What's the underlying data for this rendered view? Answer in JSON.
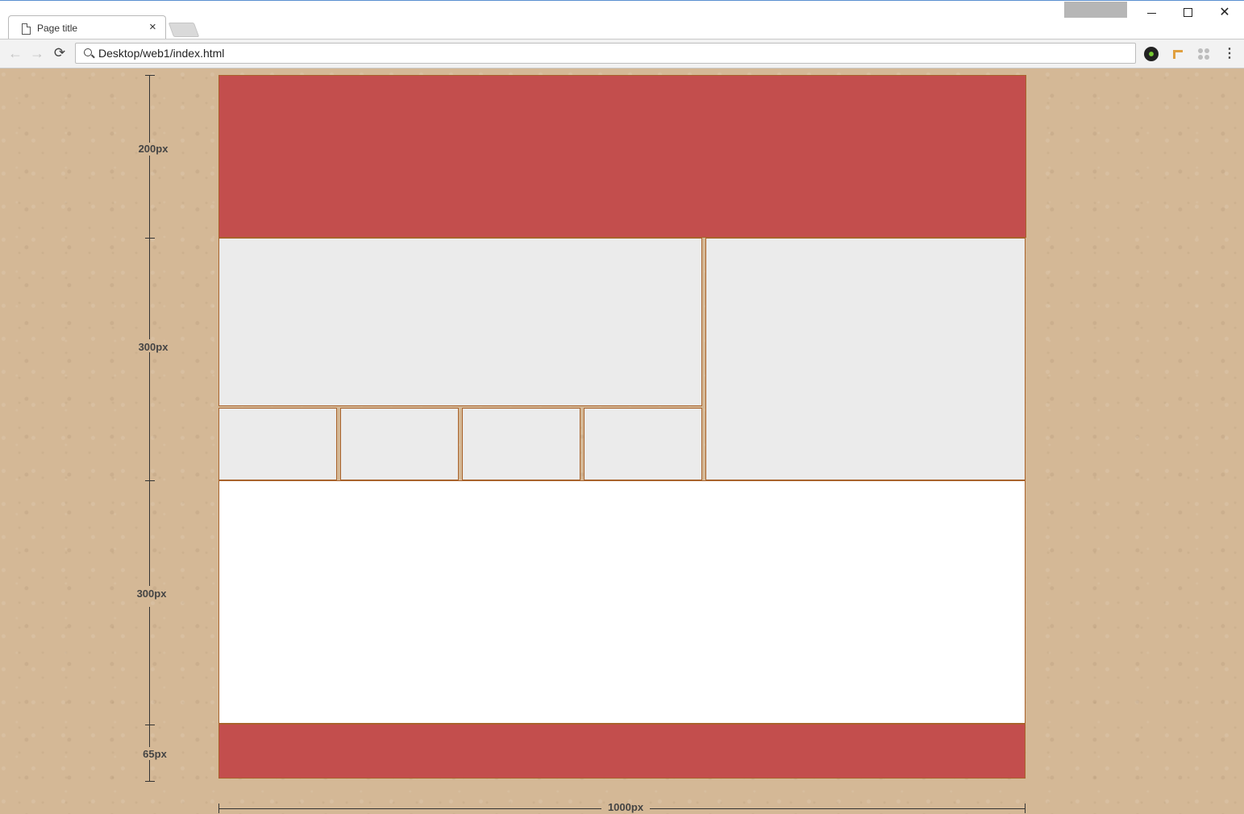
{
  "browser": {
    "tab_title": "Page title",
    "tab_close": "×",
    "url": "Desktop/web1/index.html",
    "nav": {
      "back": "←",
      "forward": "→",
      "reload": "⟳"
    },
    "window": {
      "close": "✕"
    },
    "menu": "⋮"
  },
  "rulers": {
    "vertical": [
      {
        "label": "200px"
      },
      {
        "label": "300px"
      },
      {
        "label": "300px"
      },
      {
        "label": "65px"
      }
    ],
    "horizontal": {
      "label": "1000px"
    }
  },
  "colors": {
    "header_footer": "#c34e4d",
    "box_fill": "#ebebeb",
    "main_fill": "#ffffff",
    "border": "#a9632c",
    "page_background": "#d4b896"
  }
}
